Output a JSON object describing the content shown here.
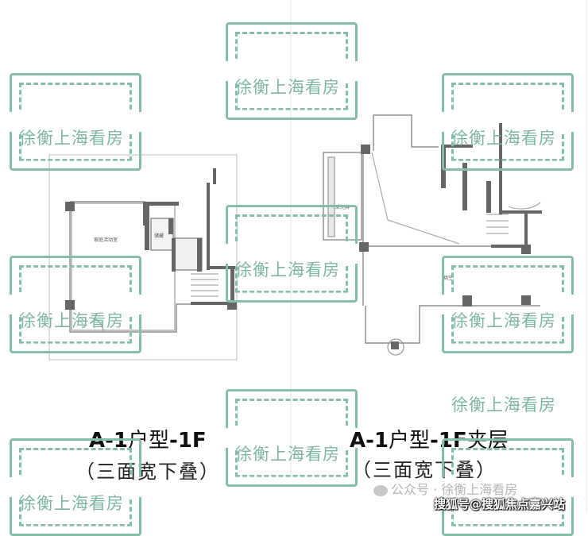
{
  "plans": [
    {
      "title_code": "A-1",
      "title_rest": "户型",
      "title_floor": "-1F",
      "subtitle": "（三面宽下叠）",
      "rooms": [
        "家庭活动室",
        "储藏"
      ]
    },
    {
      "title_code": "A-1",
      "title_rest": "户型",
      "title_floor": "-1F",
      "title_suffix": "夹层",
      "subtitle": "（三面宽下叠）",
      "rooms": [
        "采光井",
        "挑空"
      ]
    }
  ],
  "watermark_text": "徐衡上海看房",
  "footer": {
    "wechat": "公众号 · 徐衡上海看房",
    "sohu": "搜狐号@搜狐焦点嘉兴站"
  },
  "colors": {
    "watermark": "#7fb69f",
    "wall": "#555555"
  }
}
